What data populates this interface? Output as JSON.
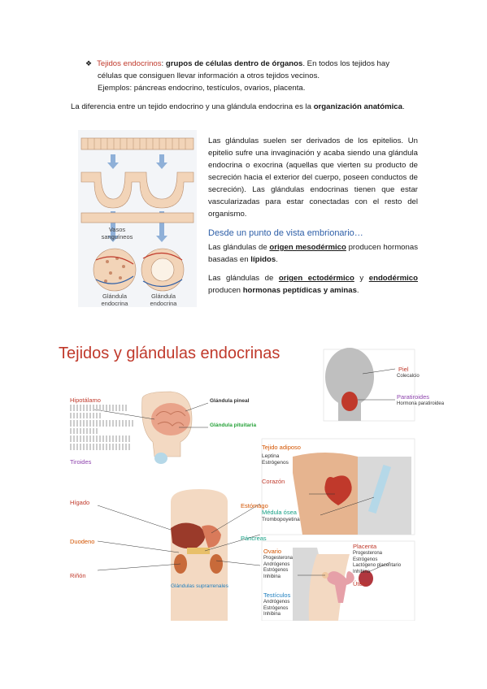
{
  "intro": {
    "bullet_symbol": "❖",
    "term": "Tejidos endocrinos",
    "colon": ":",
    "definition": "grupos de células dentro de órganos",
    "rest1": ". En todos los tejidos hay",
    "line2": "células que consiguen llevar información a otros tejidos vecinos.",
    "line3": "Ejemplos: páncreas endocrino, testículos, ovarios, placenta."
  },
  "difference": {
    "text": "La diferencia entre un tejido endocrino y una glándula endocrina es la",
    "highlight": "organización anatómica",
    "end": "."
  },
  "epithelium_text": "Las glándulas suelen ser derivados de los epitelios. Un epitelio sufre una invaginación y acaba siendo una glándula endocrina o exocrina (aquellas que vierten su producto de secreción hacia el exterior del cuerpo, poseen conductos de secreción). Las glándulas endocrinas tienen que estar vascularizadas para estar conectadas con el resto del organismo.",
  "embryo": {
    "heading": "Desde un punto de vista embrionario…",
    "p1_start": "Las glándulas de",
    "p1_term": "origen mesodérmico",
    "p1_mid": "producen hormonas basadas en",
    "p1_bold": "lípidos",
    "p1_end": ".",
    "p2_start": "Las glándulas de",
    "p2_term1": "origen ectodérmico",
    "p2_and": "y",
    "p2_term2": "endodérmico",
    "p2_mid": "producen",
    "p2_bold": "hormonas peptídicas y aminas",
    "p2_end": "."
  },
  "figure1": {
    "vessels_label": "Vasos\nsanguíneos",
    "caption_left": "Glándula\nendocrina",
    "caption_right": "Glándula\nendocrina"
  },
  "figure2": {
    "title": "Tejidos y glándulas endocrinas",
    "piel": "Piel",
    "piel_sub": "Colecalcio",
    "paratiroides": "Paratiroides",
    "paratiroides_sub": "Hormona paratiroidea",
    "hipotalamo": "Hipotálamo",
    "tiroides": "Tiroides",
    "glandula_pineal": "Glándula pineal",
    "glandula_pituitaria": "Glándula pituitaria",
    "tejido_adiposo": "Tejido adiposo",
    "tejido_adiposo_items": "Leptina\nEstrógenos",
    "corazon": "Corazón",
    "medula_osea": "Médula ósea",
    "medula_osea_sub": "Trombopoyetina",
    "higado": "Hígado",
    "estomago": "Estómago",
    "duodeno": "Duodeno",
    "pancreas": "Páncreas",
    "rinon": "Riñón",
    "glandulas_suprarrenales": "Glándulas suprarrenales",
    "ovario": "Ovario",
    "ovario_items": "Progesterona\nAndrógenos\nEstrógenos\nInhibina",
    "placenta": "Placenta",
    "placenta_items": "Progesterona\nEstrógenos\nLactógeno placentario\nInhibina",
    "testiculos": "Testículos",
    "testiculos_items": "Andrógenos\nEstrógenos\nInhibina",
    "utero": "Útero"
  }
}
